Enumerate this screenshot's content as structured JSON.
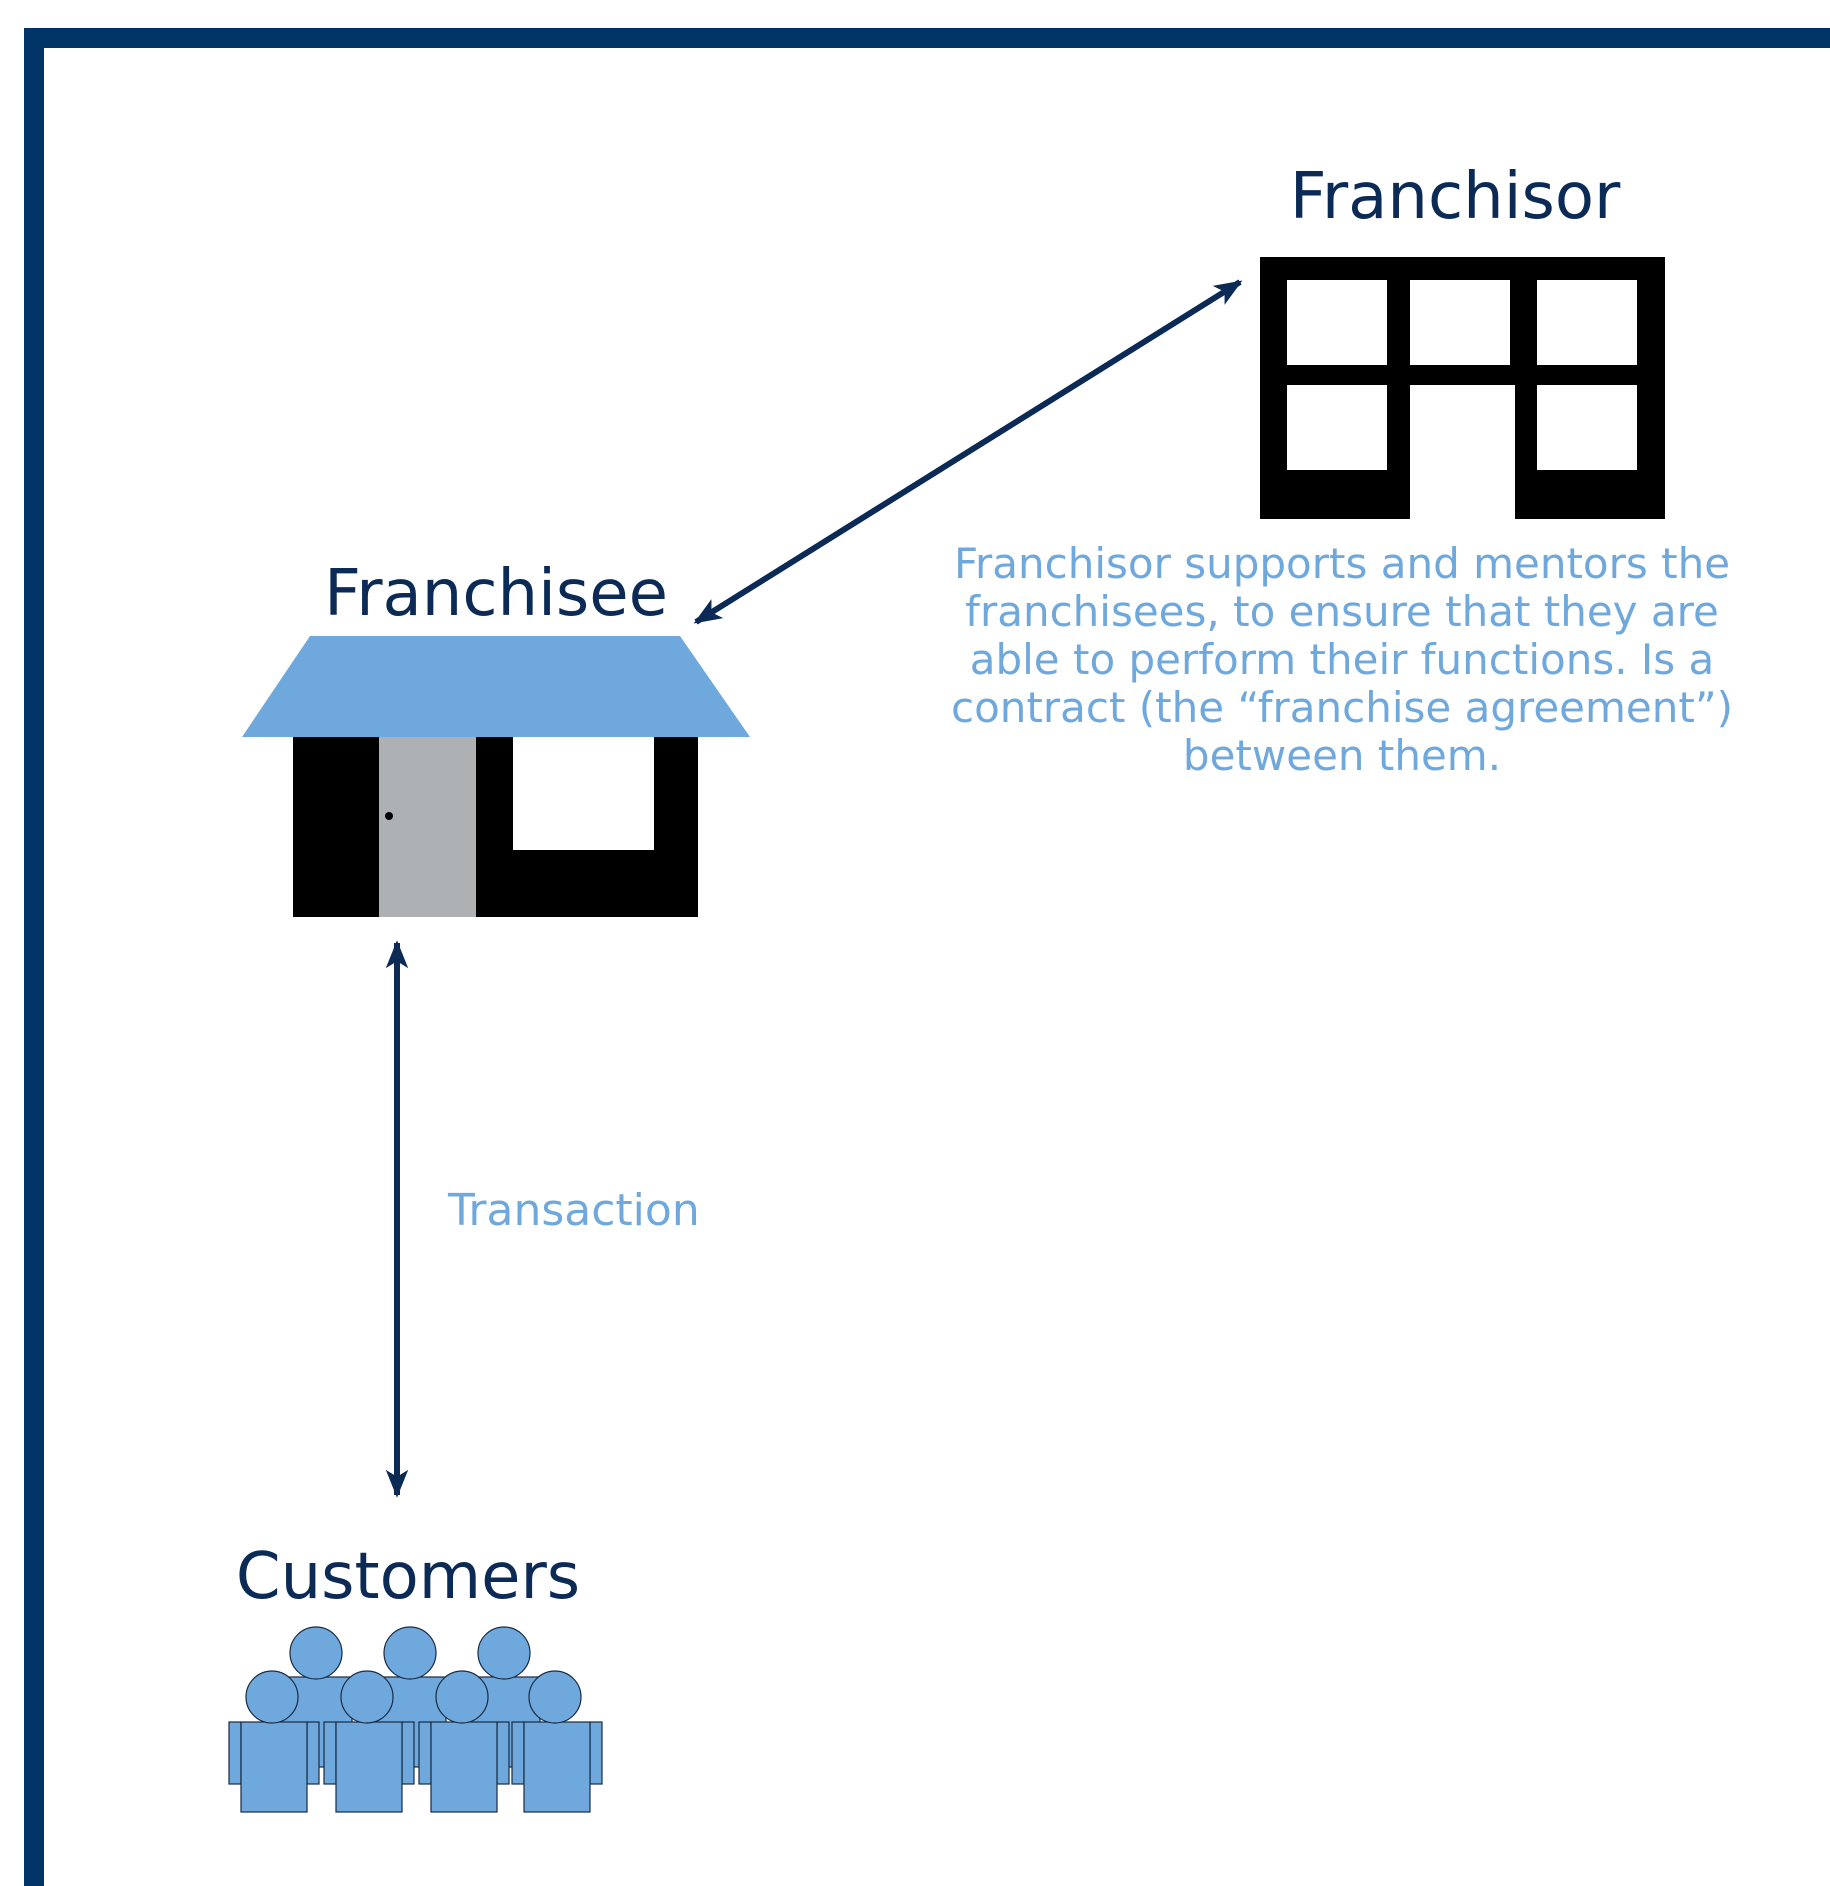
{
  "colors": {
    "frame": "#003366",
    "heading": "#0b2a55",
    "accent": "#6fa8dc",
    "building": "#000000",
    "door": "#adb1b4",
    "arrow": "#0b2a55",
    "background": "#ffffff"
  },
  "nodes": {
    "franchisor": {
      "label": "Franchisor",
      "icon": "office-building-icon"
    },
    "franchisee": {
      "label": "Franchisee",
      "icon": "shop-house-icon"
    },
    "customers": {
      "label": "Customers",
      "icon": "people-group-icon"
    }
  },
  "edges": {
    "franchisor_franchisee": {
      "description_lines": [
        "Franchisor supports and mentors the",
        "franchisees, to ensure that they are",
        "able to perform their functions. Is a",
        "contract (the “franchise agreement”)",
        "between them."
      ]
    },
    "franchisee_customers": {
      "label": "Transaction"
    }
  }
}
